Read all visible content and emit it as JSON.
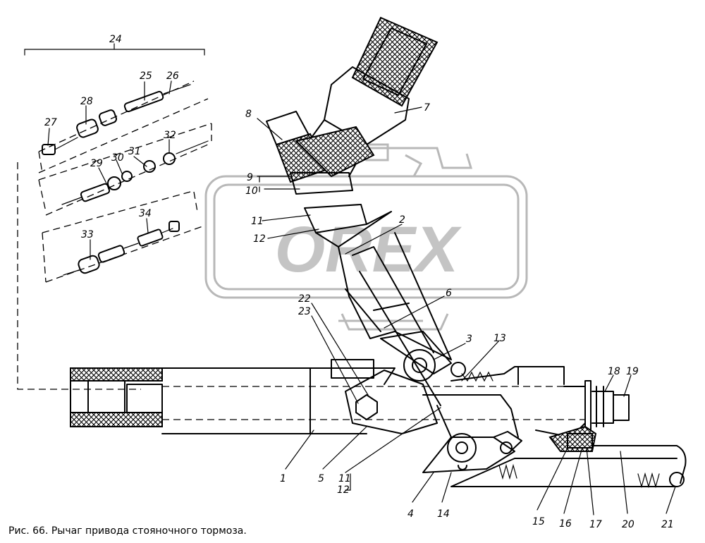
{
  "caption": "Рис. 66. Рычаг привода стояночного тормоза.",
  "watermark": "OREX",
  "callouts": {
    "c1": "1",
    "c2": "2",
    "c3": "3",
    "c4": "4",
    "c5": "5",
    "c6": "6",
    "c7": "7",
    "c8": "8",
    "c9": "9",
    "c10": "10",
    "c11": "11",
    "c12": "12",
    "c11b": "11",
    "c12b": "12",
    "c13": "13",
    "c14": "14",
    "c15": "15",
    "c16": "16",
    "c17": "17",
    "c18": "18",
    "c19": "19",
    "c20": "20",
    "c21": "21",
    "c22": "22",
    "c23": "23",
    "c24": "24",
    "c25": "25",
    "c26": "26",
    "c27": "27",
    "c28": "28",
    "c29": "29",
    "c30": "30",
    "c31": "31",
    "c32": "32",
    "c33": "33",
    "c34": "34"
  }
}
